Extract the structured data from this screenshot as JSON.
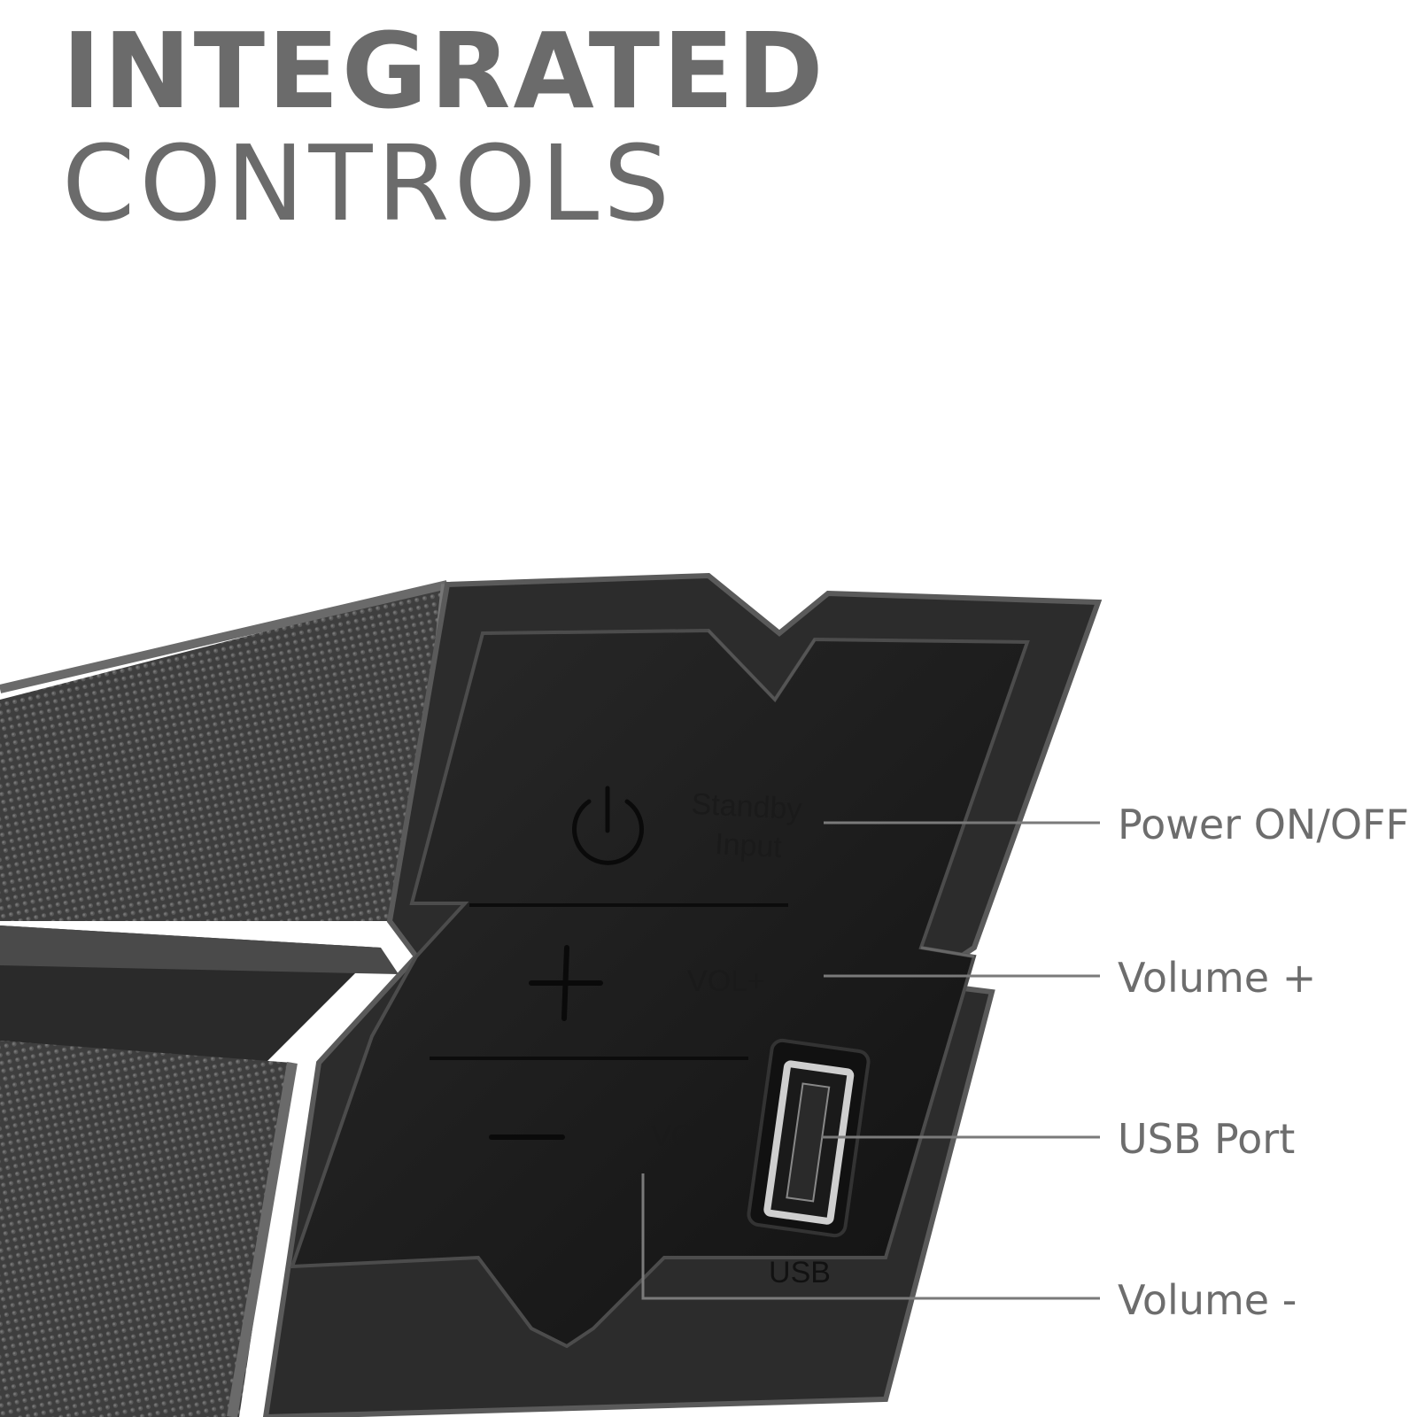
{
  "headline": {
    "line1": "INTEGRATED",
    "line2": "CONTROLS"
  },
  "panel": {
    "standby_label": "Standby",
    "input_label": "Input",
    "vol_up_label": "VOL+",
    "vol_down_label": "VOL-",
    "usb_label": "USB",
    "icons": [
      "power-icon",
      "plus-icon",
      "minus-icon",
      "usb-port-icon"
    ]
  },
  "callouts": {
    "power": "Power ON/OFF",
    "volume_up": "Volume +",
    "usb": "USB Port",
    "volume_down": "Volume -"
  },
  "colors": {
    "headline": "#6b6b6b",
    "callout_text": "#6d6d6d",
    "callout_line": "#7a7a7a",
    "body_dark": "#1c1c1c",
    "bezel": "#3a3a3a"
  }
}
